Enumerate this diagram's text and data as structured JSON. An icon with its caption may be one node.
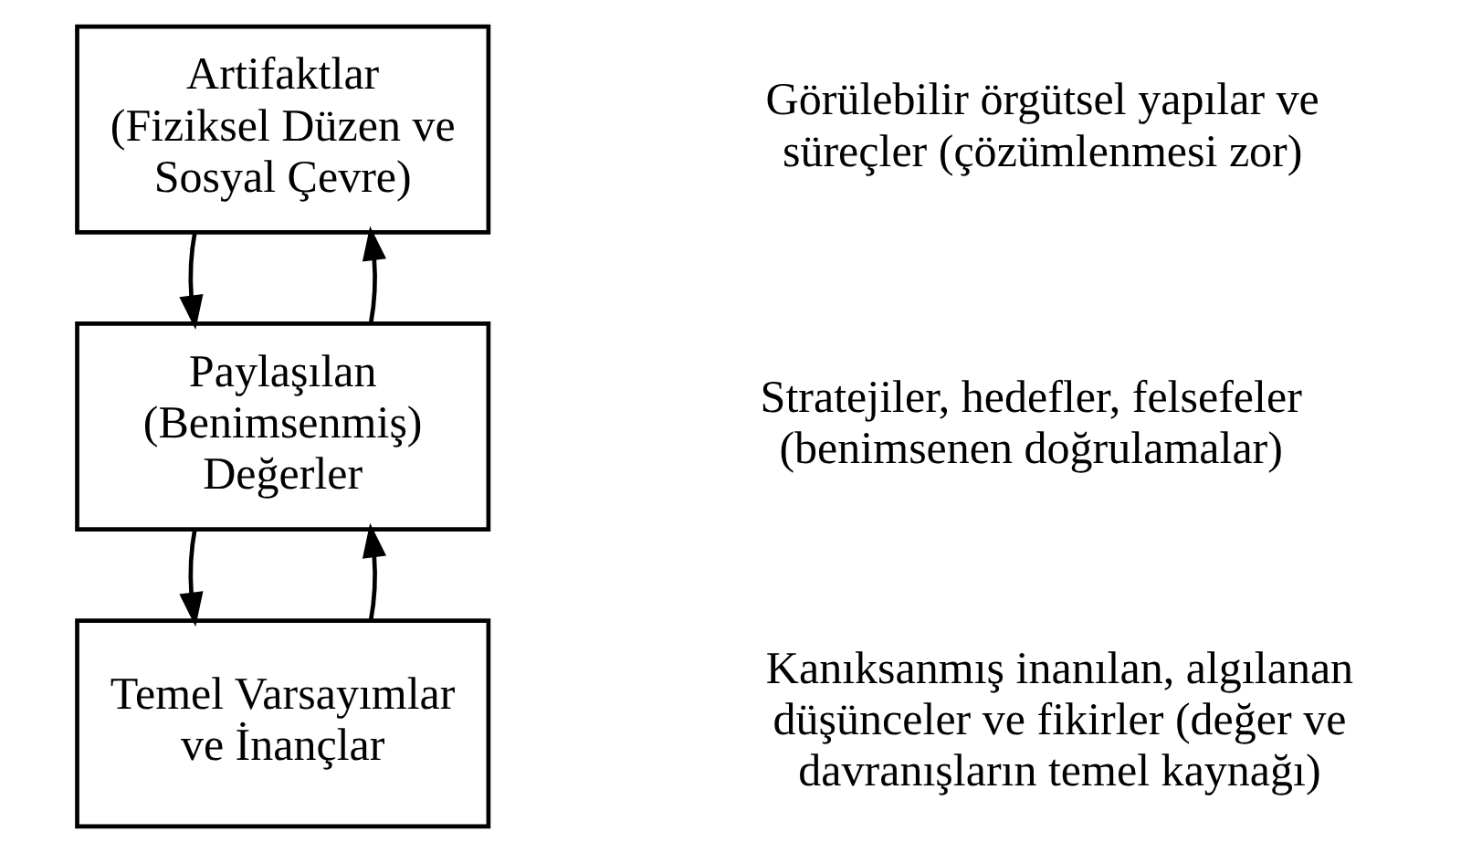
{
  "diagram": {
    "nodes": [
      {
        "text": [
          "Artifaktlar (Fiziksel Düzen ve Sosyal Çevre)"
        ]
      },
      {
        "text": [
          "Paylaşılan (Benimsenmiş) Değerler"
        ]
      },
      {
        "text": [
          "Temel Varsayımlar ve İnançlar"
        ]
      }
    ],
    "edges": [
      {
        "from": 0,
        "to": 1,
        "arrow": "to"
      },
      {
        "from": 1,
        "to": 0,
        "arrow": "to"
      },
      {
        "from": 1,
        "to": 2,
        "arrow": "to"
      },
      {
        "from": 2,
        "to": 1,
        "arrow": "to"
      }
    ],
    "labels": [
      "Görülebilir örgütsel yapılar ve süreçler (çözümlenmesi zor)",
      "Stratejiler, hedefler, felsefeler (benimsenen doğrulamalar)",
      "Kanıksanmış inanılan, algılanan düşünceler ve fikirler (değer ve davranışların temel kaynağı)"
    ]
  }
}
